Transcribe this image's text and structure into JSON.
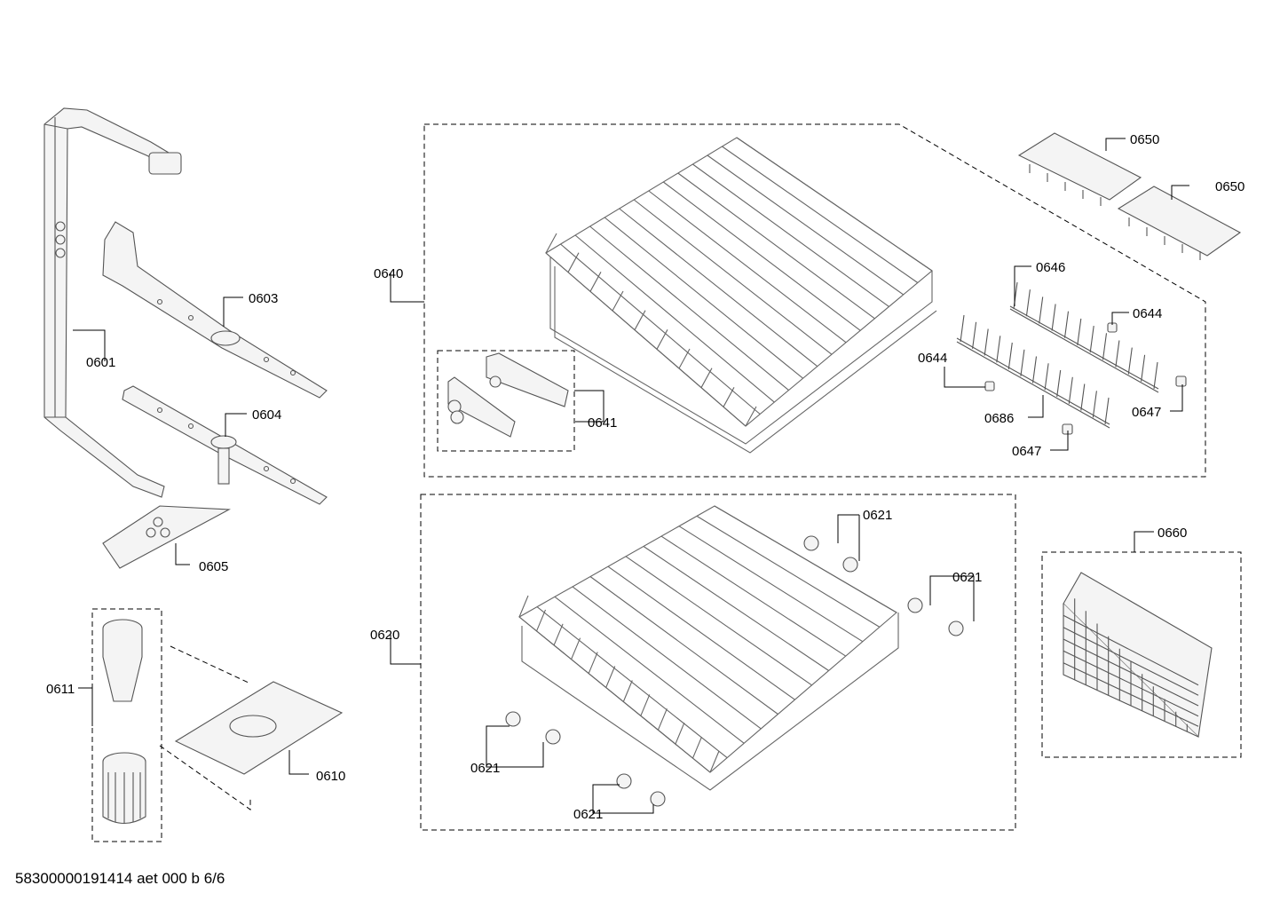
{
  "drawing": {
    "footer": "58300000191414 aet 000 b 6/6",
    "labels": {
      "p0601": "0601",
      "p0603": "0603",
      "p0604": "0604",
      "p0605": "0605",
      "p0610": "0610",
      "p0611": "0611",
      "p0620": "0620",
      "p0621": "0621",
      "p0640": "0640",
      "p0641": "0641",
      "p0644": "0644",
      "p0646": "0646",
      "p0647": "0647",
      "p0650": "0650",
      "p0660": "0660",
      "p0686": "0686"
    }
  }
}
